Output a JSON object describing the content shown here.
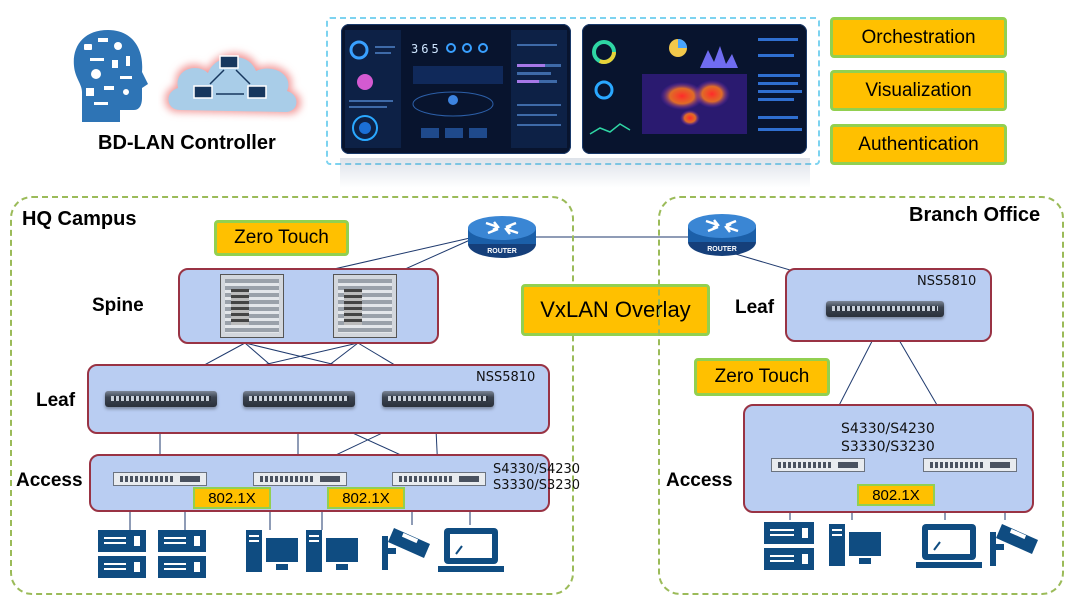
{
  "controller": {
    "label": "BD-LAN Controller"
  },
  "features": [
    "Orchestration",
    "Visualization",
    "Authentication"
  ],
  "dashboard": {
    "counter": "365"
  },
  "hq": {
    "title": "HQ Campus",
    "zero_touch": "Zero Touch",
    "tiers": {
      "spine": "Spine",
      "leaf": "Leaf",
      "access": "Access"
    },
    "leaf_model": "NSS5810",
    "access_models": [
      "S4330/S4230",
      "S3330/S3230"
    ],
    "auth_tags": [
      "802.1X",
      "802.1X"
    ]
  },
  "overlay": {
    "label": "VxLAN Overlay"
  },
  "router": {
    "label": "ROUTER"
  },
  "branch": {
    "title": "Branch Office",
    "zero_touch": "Zero Touch",
    "tiers": {
      "leaf": "Leaf",
      "access": "Access"
    },
    "leaf_model": "NSS5810",
    "access_models": [
      "S4330/S4230",
      "S3330/S3230"
    ],
    "auth_tag": "802.1X"
  },
  "colors": {
    "campus_border": "#9bbb59",
    "tier_fill": "#b9cdf2",
    "tier_border": "#993344",
    "tag_fill": "#ffc000",
    "tag_border": "#92d050",
    "device_blue": "#0f4c81",
    "router_blue": "#1b5fa8"
  }
}
